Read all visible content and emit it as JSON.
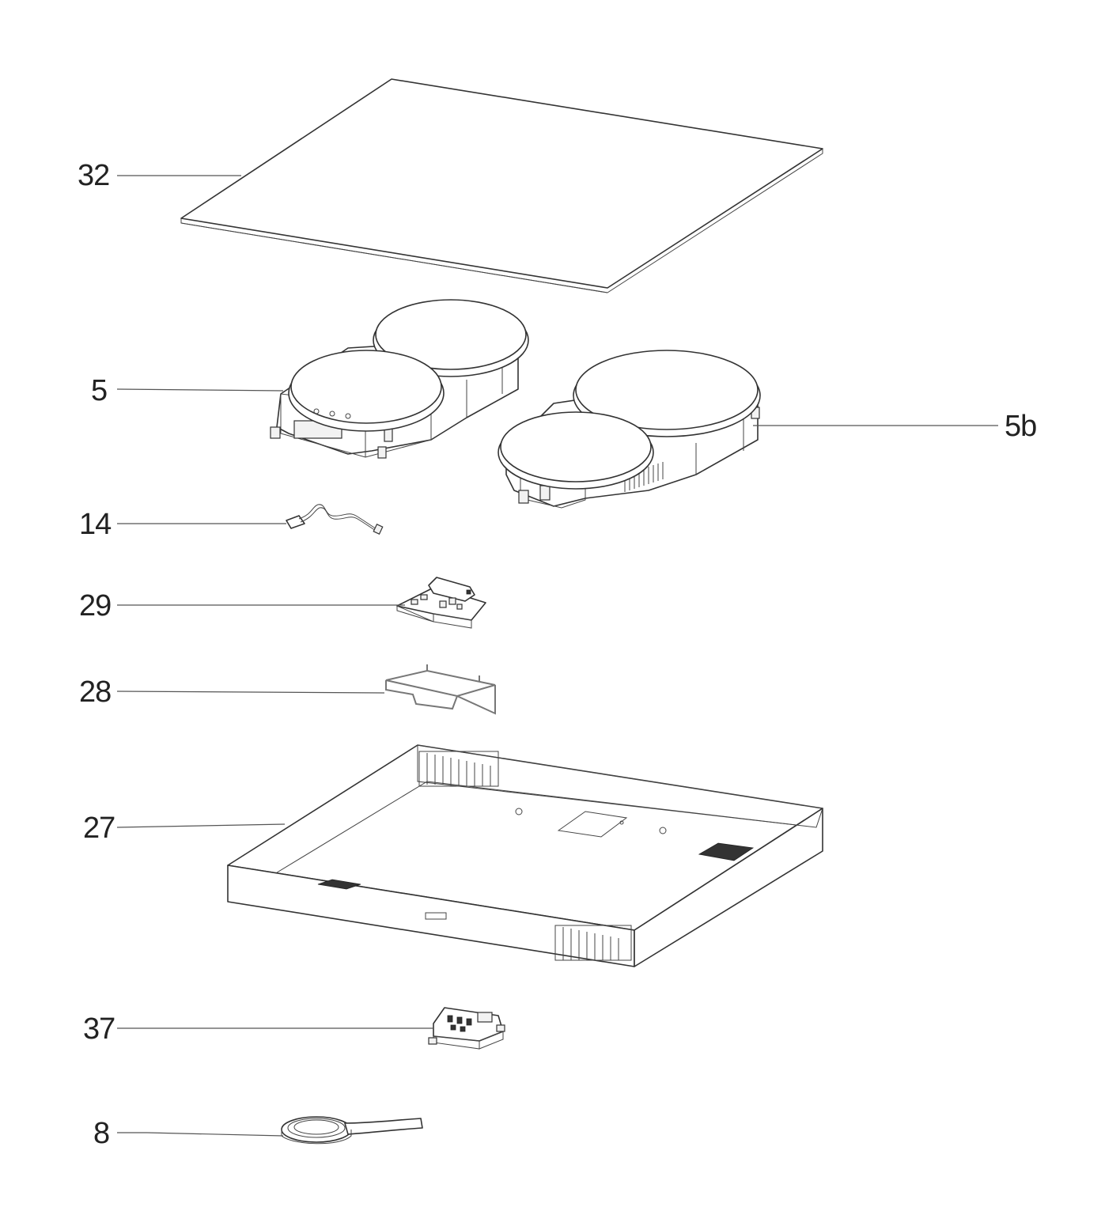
{
  "callouts": [
    {
      "id": "32",
      "part": "glass-top"
    },
    {
      "id": "5",
      "part": "induction-unit-left"
    },
    {
      "id": "5b",
      "part": "induction-unit-right"
    },
    {
      "id": "14",
      "part": "temperature-sensor-cable"
    },
    {
      "id": "29",
      "part": "control-board"
    },
    {
      "id": "28",
      "part": "board-bracket"
    },
    {
      "id": "27",
      "part": "bottom-housing"
    },
    {
      "id": "37",
      "part": "terminal-block"
    },
    {
      "id": "8",
      "part": "seal-tape"
    }
  ],
  "colors": {
    "line": "#333333",
    "leader": "#555555",
    "bracket": "#777777",
    "background": "#ffffff"
  }
}
